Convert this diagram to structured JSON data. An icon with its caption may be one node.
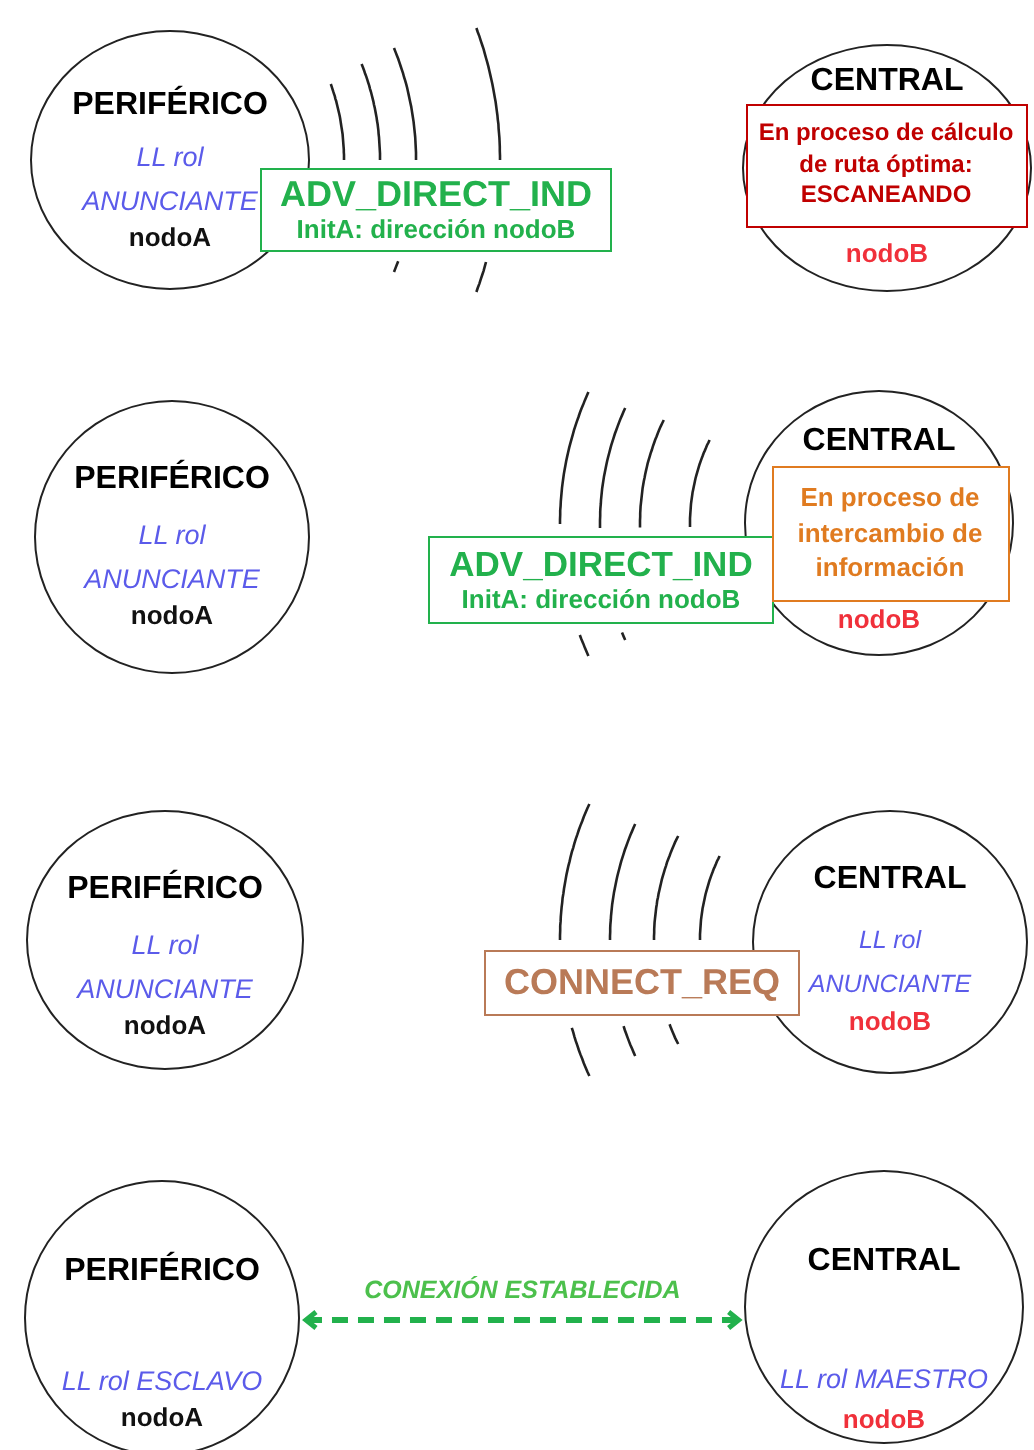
{
  "diagram": {
    "nodes": [
      {
        "text": [
          "PERIFÉRICO",
          "LL rol ANUNCIANTE",
          "nodoA"
        ]
      },
      {
        "text": [
          "ADV_DIRECT_IND",
          "InitA: dirección nodoB"
        ]
      },
      {
        "text": [
          "CENTRAL",
          "nodoB"
        ]
      },
      {
        "text": [
          "En proceso de cálculo de ruta óptima: ESCANEANDO"
        ],
        "in": 2
      },
      {
        "text": [
          "PERIFÉRICO",
          "LL rol ANUNCIANTE",
          "nodoA"
        ]
      },
      {
        "text": [
          "ADV_DIRECT_IND",
          "InitA: dirección nodoB"
        ]
      },
      {
        "text": [
          "CENTRAL",
          "nodoB"
        ]
      },
      {
        "text": [
          "En proceso de intercambio de información"
        ],
        "in": 6
      },
      {
        "text": [
          "PERIFÉRICO",
          "LL rol ANUNCIANTE",
          "nodoA"
        ]
      },
      {
        "text": [
          "CONNECT_REQ"
        ]
      },
      {
        "text": [
          "CENTRAL",
          "LL rol ANUNCIANTE",
          "nodoB"
        ]
      },
      {
        "text": [
          "PERIFÉRICO",
          "LL rol ESCLAVO",
          "nodoA"
        ]
      },
      {
        "text": [
          "CENTRAL",
          "LL rol MAESTRO",
          "nodoB"
        ]
      }
    ],
    "edges": [
      {
        "from": 11,
        "to": 12,
        "arrow": "both",
        "label": "CONEXIÓN ESTABLECIDA",
        "style": "dashed",
        "color": "#22b14c"
      }
    ]
  }
}
